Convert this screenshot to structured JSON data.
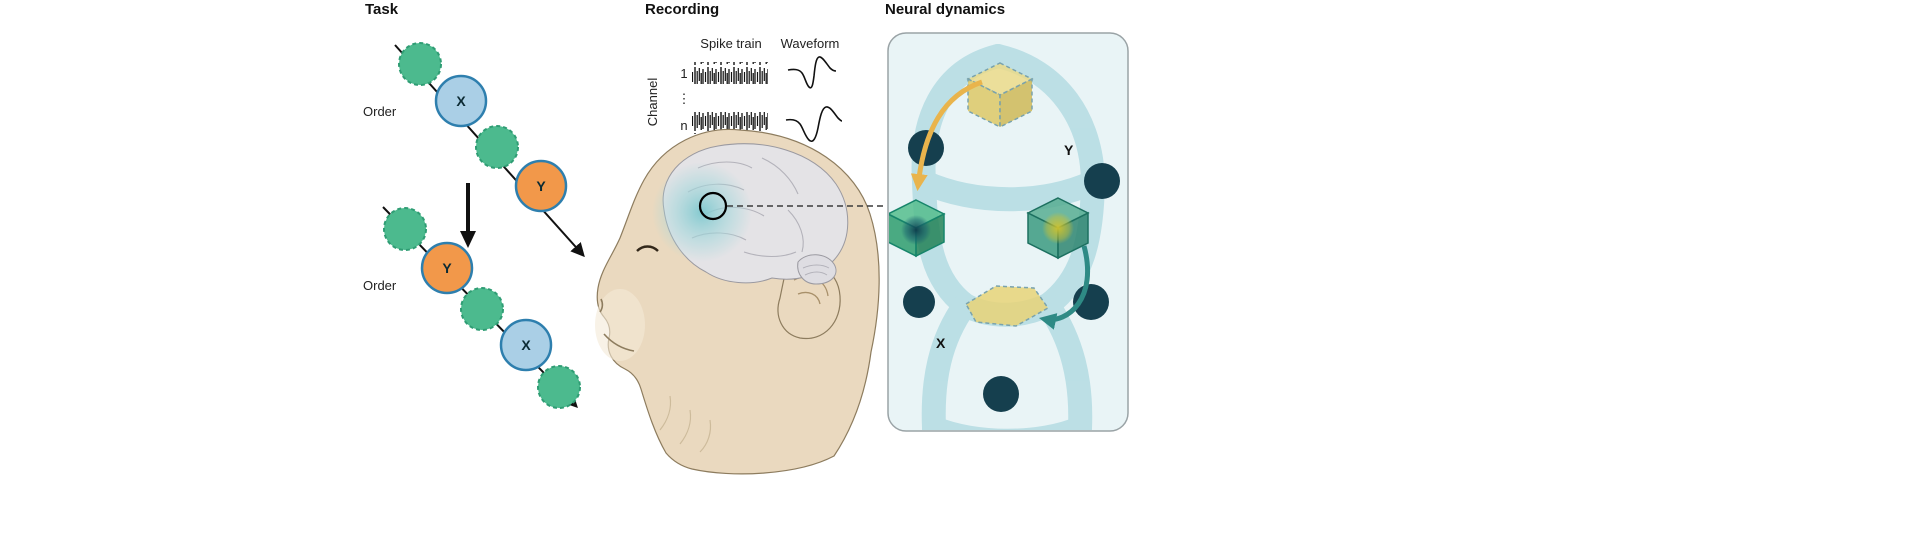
{
  "task": {
    "title": "Task",
    "order_label_1": "Order",
    "order_label_2": "Order",
    "seq1_item1": "X",
    "seq1_item2": "Y",
    "seq2_item1": "Y",
    "seq2_item2": "X"
  },
  "recording": {
    "title": "Recording",
    "spike_train_header": "Spike train",
    "waveform_header": "Waveform",
    "channel_axis": "Channel",
    "channel_first": "1",
    "channel_dots": "⋮",
    "channel_last": "n"
  },
  "dynamics": {
    "title": "Neural dynamics",
    "state_y": "Y",
    "state_x": "X"
  },
  "colors": {
    "green_item": "#4cba8e",
    "green_item_stroke": "#2f9d74",
    "blue_item_fill": "#aacfe6",
    "blue_item_stroke": "#2e7fae",
    "orange_item_fill": "#f2984a",
    "panel_bg": "#e9f4f6",
    "band_blue": "#b7dde4",
    "node_dark_teal": "#153f4e",
    "cube_yellow": "#e8d478",
    "cube_green": "#2e9c6d",
    "arrow_yellow": "#e9b44c",
    "arrow_teal": "#2e8a85",
    "head_tan": "#ead9bf",
    "brain_grey": "#e4e3e6",
    "highlight_teal": "#7ec8ce"
  }
}
